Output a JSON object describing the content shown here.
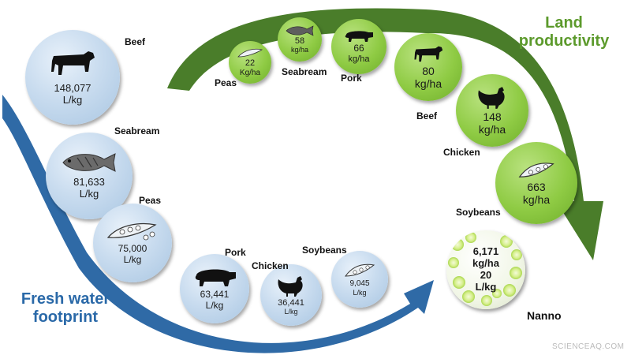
{
  "land": {
    "title_line1": "Land",
    "title_line2": "productivity",
    "items": [
      {
        "name": "Peas",
        "value": "22",
        "unit": "Kg/ha"
      },
      {
        "name": "Seabream",
        "value": "58",
        "unit": "kg/ha"
      },
      {
        "name": "Pork",
        "value": "66",
        "unit": "kg/ha"
      },
      {
        "name": "Beef",
        "value": "80",
        "unit": "kg/ha"
      },
      {
        "name": "Chicken",
        "value": "148",
        "unit": "kg/ha"
      },
      {
        "name": "Soybeans",
        "value": "663",
        "unit": "kg/ha"
      }
    ]
  },
  "water": {
    "title_line1": "Fresh water",
    "title_line2": "footprint",
    "items": [
      {
        "name": "Beef",
        "value": "148,077",
        "unit": "L/kg"
      },
      {
        "name": "Seabream",
        "value": "81,633",
        "unit": "L/kg"
      },
      {
        "name": "Peas",
        "value": "75,000",
        "unit": "L/kg"
      },
      {
        "name": "Pork",
        "value": "63,441",
        "unit": "L/kg"
      },
      {
        "name": "Chicken",
        "value": "36,441",
        "unit": "L/kg"
      },
      {
        "name": "Soybeans",
        "value": "9,045",
        "unit": "L/kg"
      }
    ]
  },
  "nanno": {
    "name": "Nanno",
    "land_value": "6,171",
    "land_unit": "kg/ha",
    "water_value": "20",
    "water_unit": "L/kg"
  },
  "watermark": "SCIENCEAQ.COM",
  "colors": {
    "land_arrow": "#4a7d2a",
    "water_arrow": "#2f6aa6",
    "land_title": "#5c9a2c",
    "water_title": "#2a69a8"
  },
  "icons": [
    "cow-icon",
    "fish-icon",
    "pea-pod-icon",
    "pig-icon",
    "chicken-icon",
    "microalgae-cells"
  ]
}
